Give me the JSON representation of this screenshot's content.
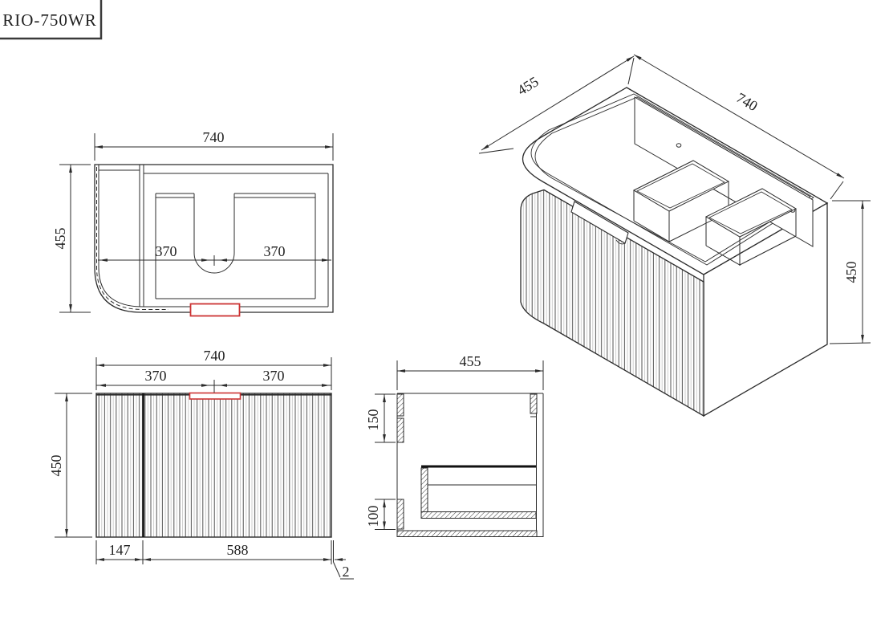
{
  "title": "RIO-750WR",
  "colors": {
    "line": "#2b2b2b",
    "highlight_red": "#cc3333",
    "flute_gray": "#c8c8c8"
  },
  "views": {
    "plan": {
      "width": "740",
      "depth": "455",
      "basin_left": "370",
      "basin_right": "370"
    },
    "front": {
      "width": "740",
      "span_left": "370",
      "span_right": "370",
      "height": "450",
      "side_panel": "147",
      "door_width": "588",
      "edge_gap": "2"
    },
    "section": {
      "depth": "455",
      "top_rail_height": "150",
      "kick_height": "100"
    },
    "iso": {
      "depth": "455",
      "width": "740",
      "height": "450"
    }
  }
}
